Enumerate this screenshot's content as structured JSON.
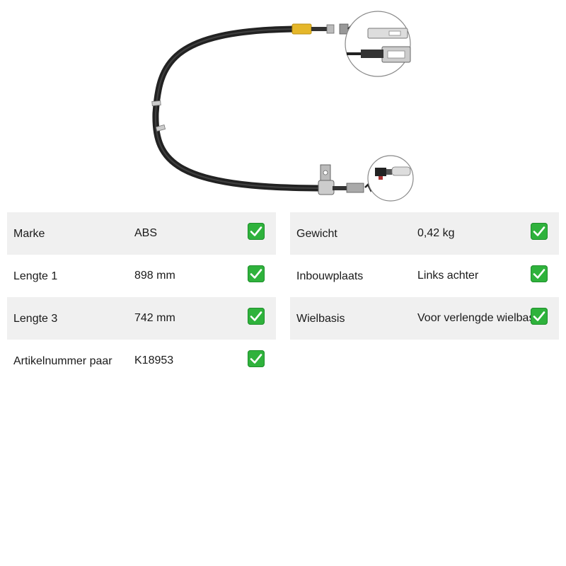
{
  "colors": {
    "row_shade": "#f0f0f0",
    "check_green": "#2fb23c",
    "cable": "#222222",
    "sleeve": "#e5b72a"
  },
  "product": {
    "icon": "handbrake-cable-image"
  },
  "specs_left": [
    {
      "label": "Marke",
      "value": "ABS"
    },
    {
      "label": "Lengte 1",
      "value": "898 mm"
    },
    {
      "label": "Lengte 3",
      "value": "742 mm"
    },
    {
      "label": "Artikelnummer paar",
      "value": "K18953"
    }
  ],
  "specs_right": [
    {
      "label": "Gewicht",
      "value": "0,42 kg"
    },
    {
      "label": "Inbouwplaats",
      "value": "Links achter"
    },
    {
      "label": "Wielbasis",
      "value": "Voor verlengde wielbasis"
    }
  ],
  "check_icon": "check-mark-icon"
}
